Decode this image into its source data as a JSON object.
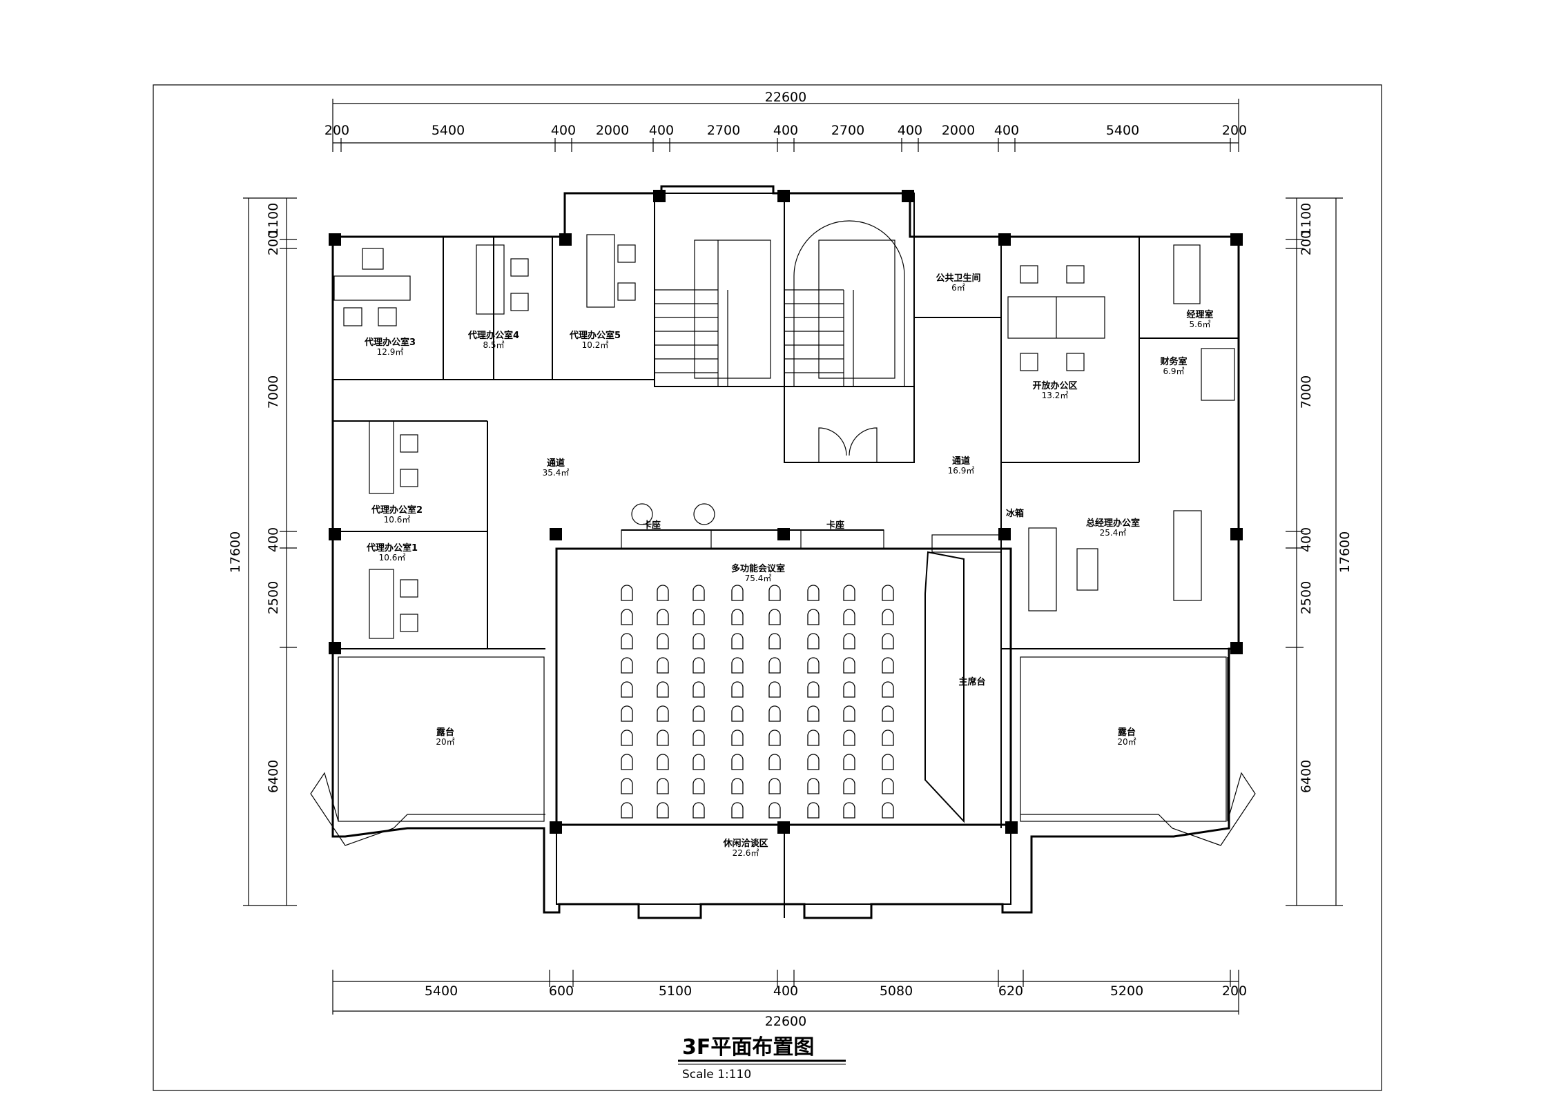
{
  "dimensions": {
    "top_total": "22600",
    "top_segments": [
      "200",
      "5400",
      "400",
      "2000",
      "400",
      "2700",
      "400",
      "2700",
      "400",
      "2000",
      "400",
      "5400",
      "200"
    ],
    "bottom_total": "22600",
    "bottom_segments": [
      "5400",
      "600",
      "5100",
      "400",
      "5080",
      "620",
      "5200",
      "200"
    ],
    "left_segments": [
      "200",
      "1100",
      "7000",
      "400",
      "2500",
      "6400"
    ],
    "left_total": "17600",
    "right_segments": [
      "200",
      "1100",
      "7000",
      "400",
      "2500",
      "6400"
    ],
    "right_total": "17600"
  },
  "rooms": {
    "agent_office_3": {
      "name": "代理办公室3",
      "area": "12.9㎡"
    },
    "agent_office_4": {
      "name": "代理办公室4",
      "area": "8.5㎡"
    },
    "agent_office_5": {
      "name": "代理办公室5",
      "area": "10.2㎡"
    },
    "agent_office_2": {
      "name": "代理办公室2",
      "area": "10.6㎡"
    },
    "agent_office_1": {
      "name": "代理办公室1",
      "area": "10.6㎡"
    },
    "public_wc": {
      "name": "公共卫生间",
      "area": "6㎡"
    },
    "open_office": {
      "name": "开放办公区",
      "area": "13.2㎡"
    },
    "manager_room": {
      "name": "经理室",
      "area": "5.6㎡"
    },
    "finance_room": {
      "name": "财务室",
      "area": "6.9㎡"
    },
    "corridor_left": {
      "name": "通道",
      "area": "35.4㎡"
    },
    "corridor_right": {
      "name": "通道",
      "area": "16.9㎡"
    },
    "booth_left": {
      "name": "卡座"
    },
    "booth_right": {
      "name": "卡座"
    },
    "multi_meeting": {
      "name": "多功能会议室",
      "area": "75.4㎡"
    },
    "gm_office": {
      "name": "总经理办公室",
      "area": "25.4㎡"
    },
    "fridge": {
      "name": "冰箱"
    },
    "rostrum": {
      "name": "主席台"
    },
    "balcony_left": {
      "name": "露台",
      "area": "20㎡"
    },
    "balcony_right": {
      "name": "露台",
      "area": "20㎡"
    },
    "lounge": {
      "name": "休闲洽谈区",
      "area": "22.6㎡"
    }
  },
  "title": "3F平面布置图",
  "scale_text": "Scale 1:110"
}
